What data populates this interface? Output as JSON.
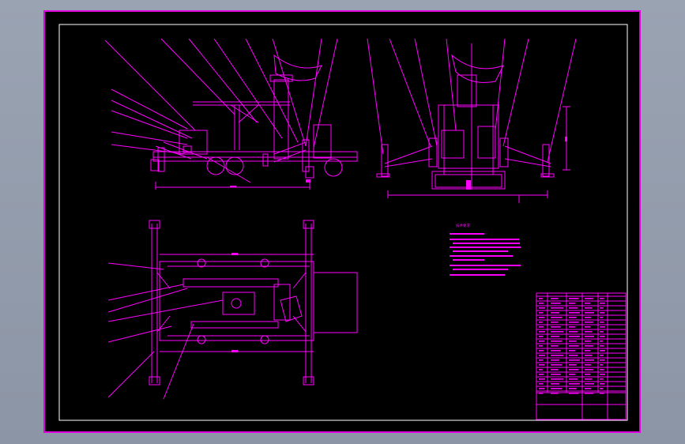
{
  "colors": {
    "background_outer": "#9aa3b2",
    "sheet": "#000000",
    "lines": "#ff00ff",
    "highlight": "#ffffff"
  },
  "drawing": {
    "type": "mechanical assembly drawing",
    "views": [
      "side-view",
      "end-view",
      "top-view"
    ],
    "technical_notes_title": "技术要求",
    "notes_count": 6,
    "title_block_present": true
  }
}
